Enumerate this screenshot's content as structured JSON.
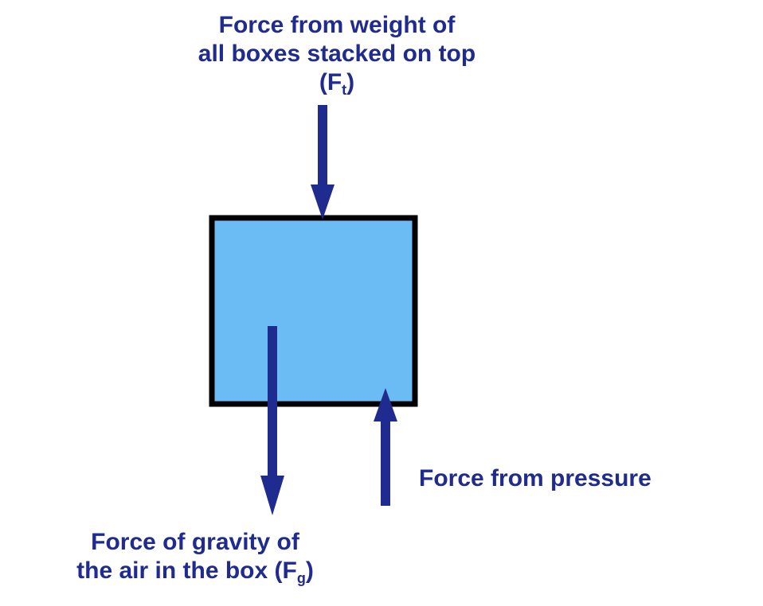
{
  "labels": {
    "top": {
      "line1": "Force from weight of",
      "line2": "all boxes stacked on top",
      "symbol_open": "(F",
      "symbol_sub": "t",
      "symbol_close": ")"
    },
    "bottom": {
      "line1": "Force of gravity of",
      "line2": "the air in the box (F",
      "symbol_sub": "g",
      "symbol_close": ")"
    },
    "right": {
      "text": "Force from pressure"
    }
  },
  "colors": {
    "box_fill": "#6bbbf5",
    "box_stroke": "#000000",
    "arrow": "#1f2b8f",
    "text": "#1f2b8f"
  },
  "icons": {
    "arrow_top": "arrow-down-icon",
    "arrow_gravity": "arrow-down-icon",
    "arrow_pressure": "arrow-up-icon"
  }
}
